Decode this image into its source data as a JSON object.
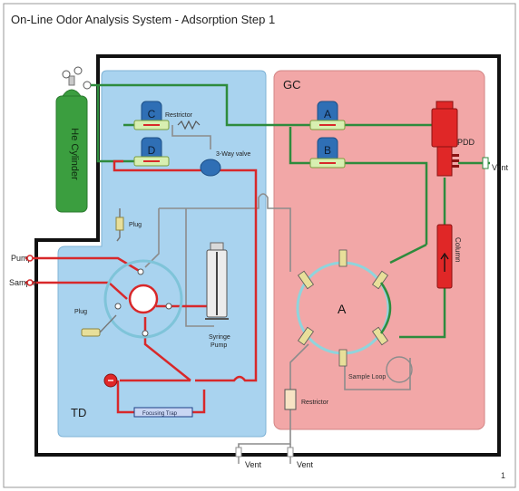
{
  "title": "On-Line Odor Analysis System - Adsorption Step 1",
  "page_number": "1",
  "zones": {
    "td": "TD",
    "gc": "GC"
  },
  "cylinder_label": "He Cylinder",
  "valves": {
    "c": "C",
    "d": "D",
    "a": "A",
    "b": "B"
  },
  "labels": {
    "restrictor_top": "Restrictor",
    "three_way_valve": "3-Way valve",
    "pdd": "PDD",
    "vent_right": "Vent",
    "plug_top": "Plug",
    "plug_left": "Plug",
    "pump": "Pump",
    "sample": "Sample",
    "syringe_pump_line1": "Syringe",
    "syringe_pump_line2": "Pump",
    "focusing_trap": "Focusing Trap",
    "rotary_a": "A",
    "sample_loop": "Sample Loop",
    "restrictor_bottom": "Restrictor",
    "column": "Column",
    "vent_bottom_left": "Vent",
    "vent_bottom_right": "Vent"
  },
  "colors": {
    "td_fill": "#a9d3ef",
    "gc_fill": "#f2a7a7",
    "helium_line": "#2e8b3d",
    "sample_line": "#d8282a",
    "gray_line": "#8c8c8c",
    "valve_blue": "#2f6fb5",
    "heater_red": "#e02727"
  }
}
